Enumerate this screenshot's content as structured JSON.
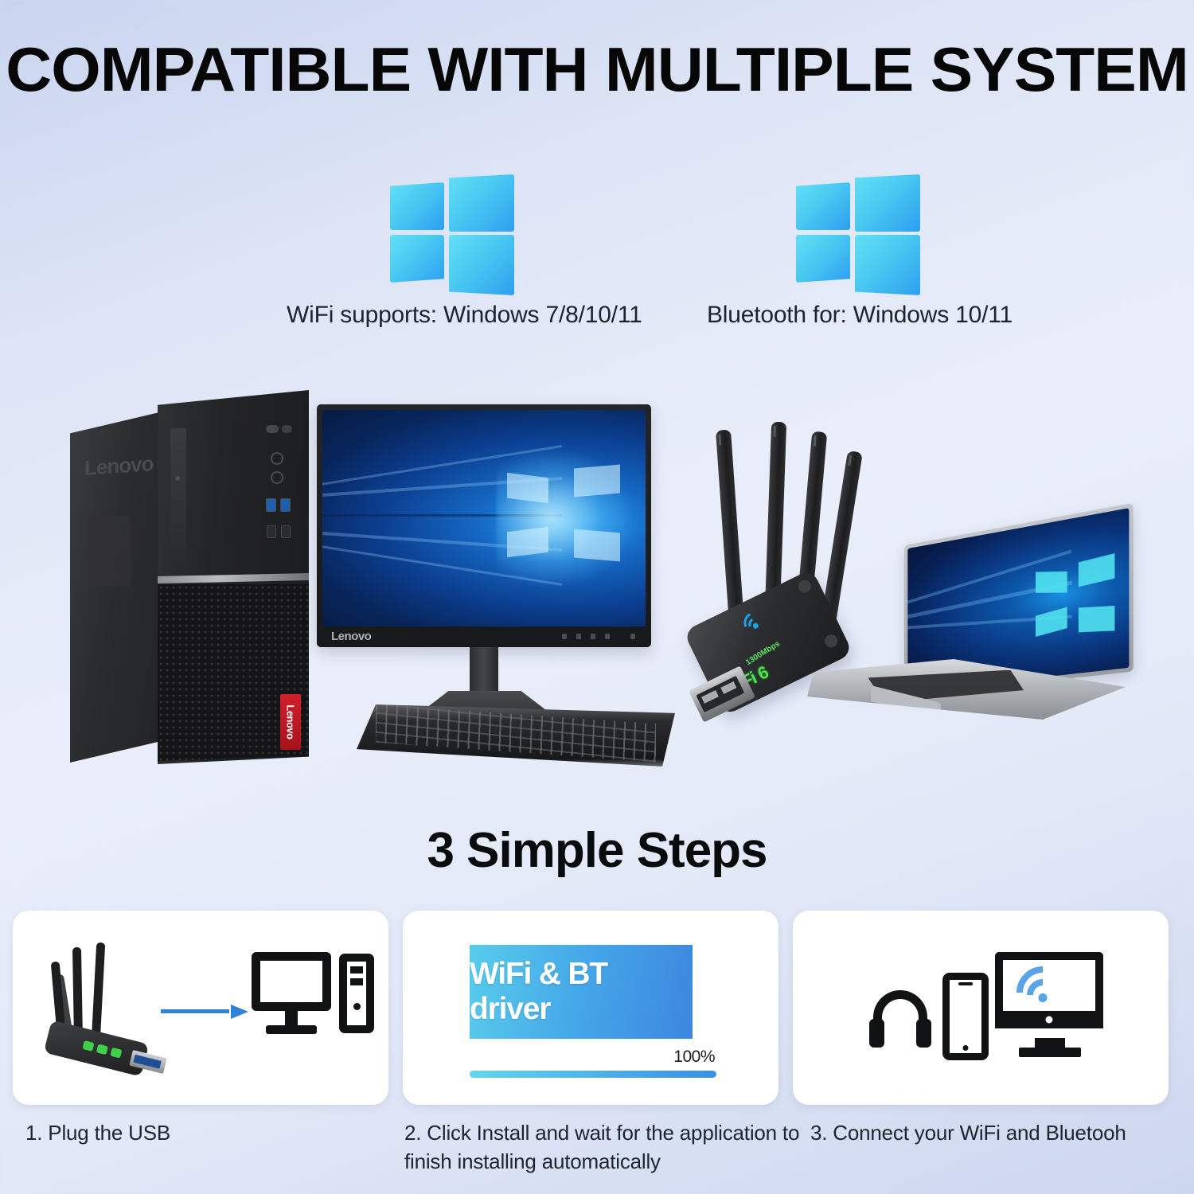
{
  "title": "COMPATIBLE WITH MULTIPLE SYSTEM",
  "os_support": [
    {
      "icon": "windows-logo-icon",
      "caption": "WiFi supports: Windows 7/8/10/11"
    },
    {
      "icon": "windows-logo-icon",
      "caption": "Bluetooth for: Windows 10/11"
    }
  ],
  "hero": {
    "tower_brand": "Lenovo",
    "tower_badge": "Lenovo",
    "monitor_brand": "Lenovo",
    "adapter_label_main": "WiFi 6",
    "adapter_label_sub": "1300Mbps",
    "keyboard": "keyboard-icon",
    "laptop": "laptop-icon"
  },
  "steps_heading": "3 Simple Steps",
  "steps": [
    {
      "graphic": "usb-adapter-to-pc",
      "caption": "1. Plug the USB"
    },
    {
      "graphic": "driver-install-progress",
      "banner": "WiFi & BT driver",
      "percent": "100%",
      "progress_value": 100,
      "caption": "2. Click Install and wait for the application to finish installing automatically"
    },
    {
      "graphic": "connected-devices-wifi",
      "caption": "3. Connect your WiFi and Bluetooh"
    }
  ],
  "colors": {
    "background_top": "#c9d4ef",
    "background_mid": "#eaeefa",
    "background_bottom": "#ccd6ee",
    "windows_logo_light": "#63e0f5",
    "windows_logo_dark": "#2e9ef0",
    "accent_blue": "#2f82d4",
    "banner_blue": "#45a8e8",
    "adapter_green": "#49e44b",
    "lenovo_red": "#d21f2b",
    "icon_black": "#111214",
    "text_dark": "#1d2430"
  }
}
